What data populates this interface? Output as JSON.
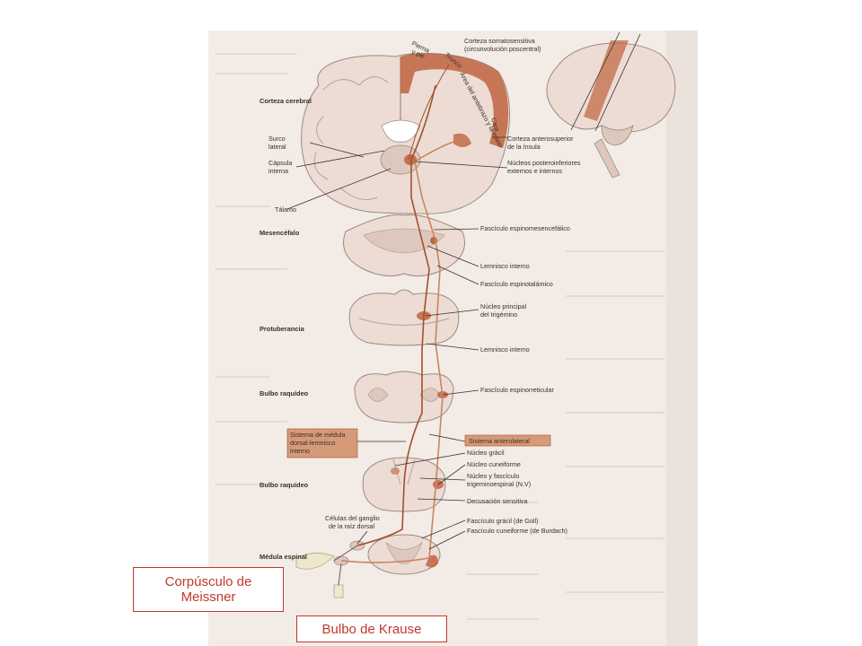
{
  "figure": {
    "region_labels": {
      "corteza_cerebral": "Corteza cerebral",
      "mesencefalo": "Mesencéfalo",
      "protuberancia": "Protuberancia",
      "bulbo_1": "Bulbo raquídeo",
      "bulbo_2": "Bulbo raquídeo",
      "medula": "Médula espinal"
    },
    "cortex_left_labels": {
      "surco_1": "Surco",
      "surco_2": "lateral",
      "capsula_1": "Cápsula",
      "capsula_2": "interna",
      "talamo": "Tálamo"
    },
    "homunculus_labels": {
      "pierna_1": "Pierna",
      "pierna_2": "y pie",
      "tronco": "Tronco",
      "brazo": "Área del antebrazo y la mano",
      "cara": "Cara"
    },
    "right_labels": {
      "corteza_somato_1": "Corteza somatosensitiva",
      "corteza_somato_2": "(circunvolución poscentral)",
      "corteza_ant_1": "Corteza anterosuperior",
      "corteza_ant_2": "de la ínsula",
      "nucleos_1": "Núcleos posteroinferiores",
      "nucleos_2": "externos e internos",
      "fasc_espinomes": "Fascículo espinomesencefálico",
      "lemnisco_1": "Lemnisco interno",
      "fasc_espinotal": "Fascículo espinotalámico",
      "nucleo_princ_1": "Núcleo principal",
      "nucleo_princ_2": "del trigémino",
      "lemnisco_2": "Lemnisco interno",
      "fasc_espinoret": "Fascículo espinorreticular",
      "sistema_antero": "Sistema anterolateral",
      "nucleo_gracil": "Núcleo grácil",
      "nucleo_cuneif": "Núcleo cuneiforme",
      "nucleo_trig_1": "Núcleo y fascículo",
      "nucleo_trig_2": "trigeminoespinal (N.V)",
      "decusacion": "Decusación sensitiva",
      "fasc_gracil": "Fascículo grácil (de Goll)",
      "fasc_cuneif": "Fascículo cuneiforme (de Burdach)"
    },
    "left_box": {
      "line1": "Sistema de médula",
      "line2": "dorsal-lemnisco",
      "line3": "interno"
    },
    "ganglion_labels": {
      "line1": "Células del ganglio",
      "line2": "de la raíz dorsal"
    }
  },
  "callouts": {
    "meissner_line1": "Corpúsculo de",
    "meissner_line2": "Meissner",
    "krause": "Bulbo de Krause"
  },
  "colors": {
    "tissue": "#ecdcd4",
    "tissue_dark": "#d9bfb3",
    "highlight": "#c0643f",
    "box_fill": "#d69a78",
    "callout_border": "#c0392b"
  }
}
